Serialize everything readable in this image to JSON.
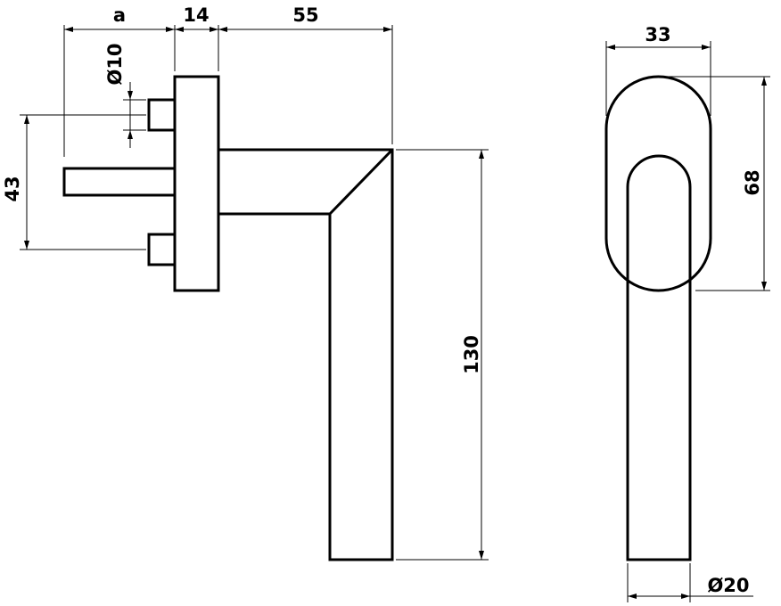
{
  "dimensions": {
    "a": "a",
    "plate_thickness": "14",
    "lever_reach": "55",
    "spindle_diameter": "Ø10",
    "screw_spacing": "43",
    "lever_length": "130",
    "rose_width": "33",
    "rose_height": "68",
    "grip_diameter": "Ø20"
  }
}
